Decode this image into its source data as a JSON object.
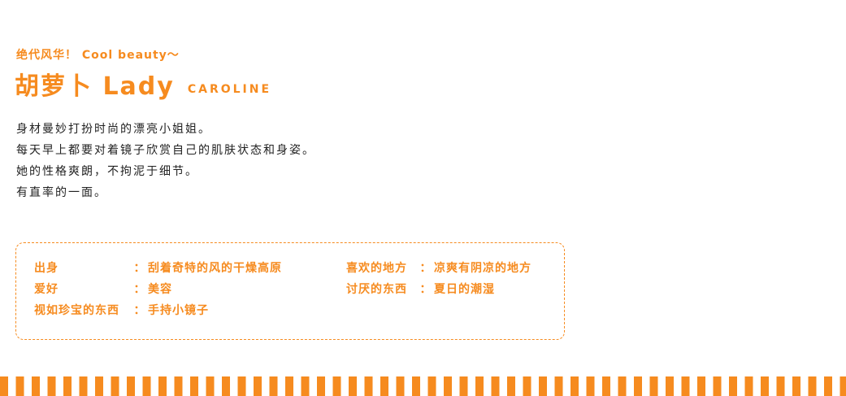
{
  "header": {
    "tagline": "绝代风华！ Cool beauty～",
    "name_cn": "胡萝卜 Lady",
    "name_en": "CAROLINE"
  },
  "description": [
    "身材曼妙打扮时尚的漂亮小姐姐。",
    "每天早上都要对着镜子欣赏自己的肌肤状态和身姿。",
    "她的性格爽朗，不拘泥于细节。",
    "有直率的一面。"
  ],
  "info": {
    "origin": {
      "label": "出身",
      "value": "刮着奇特的风的干燥高原"
    },
    "hobby": {
      "label": "爱好",
      "value": "美容"
    },
    "treasure": {
      "label": "视如珍宝的东西",
      "value": "手持小镜子"
    },
    "favorite_place": {
      "label": "喜欢的地方",
      "value": "凉爽有阴凉的地方"
    },
    "dislike": {
      "label": "讨厌的东西",
      "value": "夏日的潮湿"
    },
    "separator": "："
  },
  "colors": {
    "accent": "#f68b1f",
    "text": "#222222"
  }
}
